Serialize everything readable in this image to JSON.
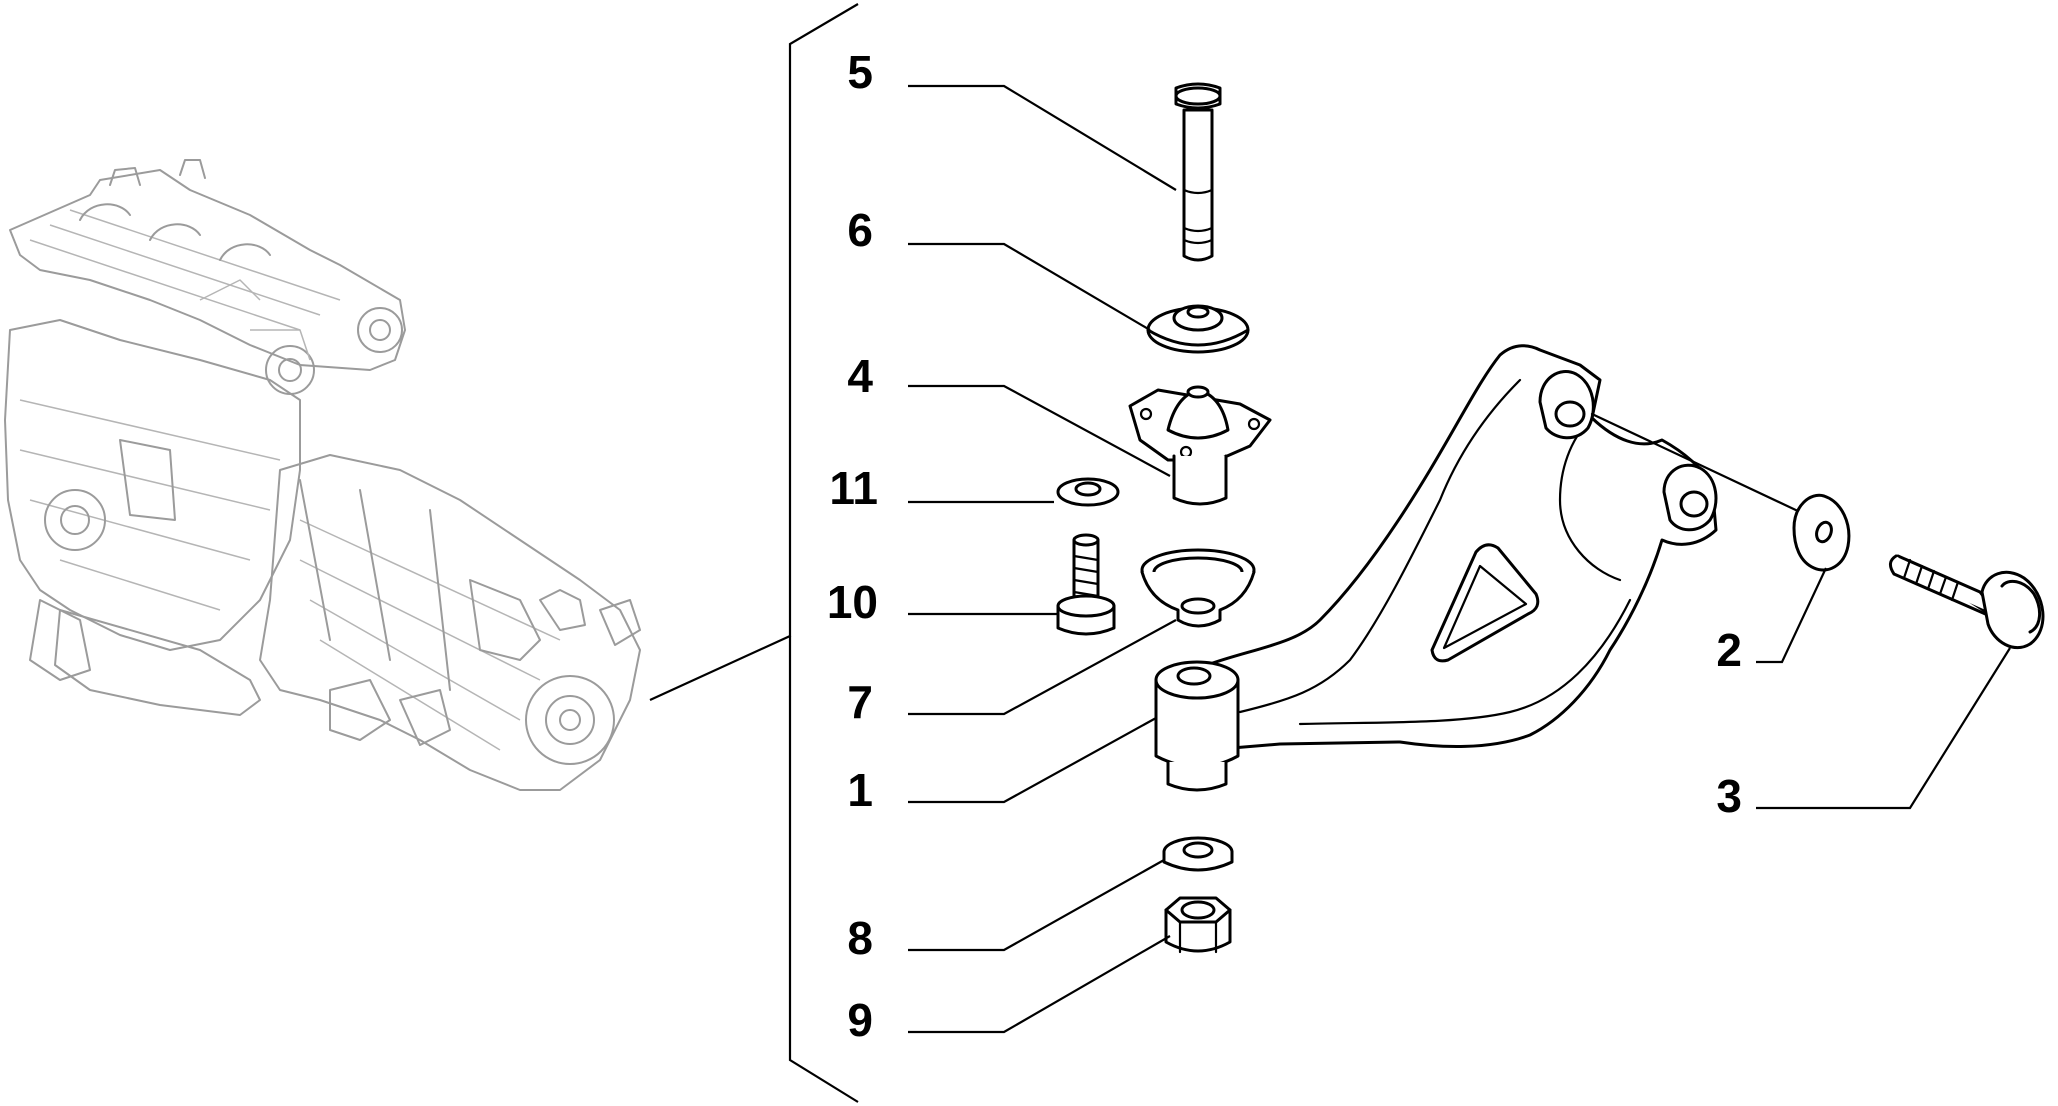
{
  "diagram": {
    "callouts": [
      {
        "id": "5",
        "text": "5"
      },
      {
        "id": "6",
        "text": "6"
      },
      {
        "id": "4",
        "text": "4"
      },
      {
        "id": "11",
        "text": "11"
      },
      {
        "id": "10",
        "text": "10"
      },
      {
        "id": "7",
        "text": "7"
      },
      {
        "id": "1",
        "text": "1"
      },
      {
        "id": "8",
        "text": "8"
      },
      {
        "id": "9",
        "text": "9"
      },
      {
        "id": "2",
        "text": "2"
      },
      {
        "id": "3",
        "text": "3"
      }
    ],
    "colors": {
      "ink": "#000000",
      "engine": "#9b9b9b",
      "background": "#ffffff"
    },
    "icons": [
      "engine-gearbox-assembly",
      "mounting-bracket",
      "bolt",
      "washer",
      "nut",
      "rubber-mount",
      "cup"
    ]
  }
}
